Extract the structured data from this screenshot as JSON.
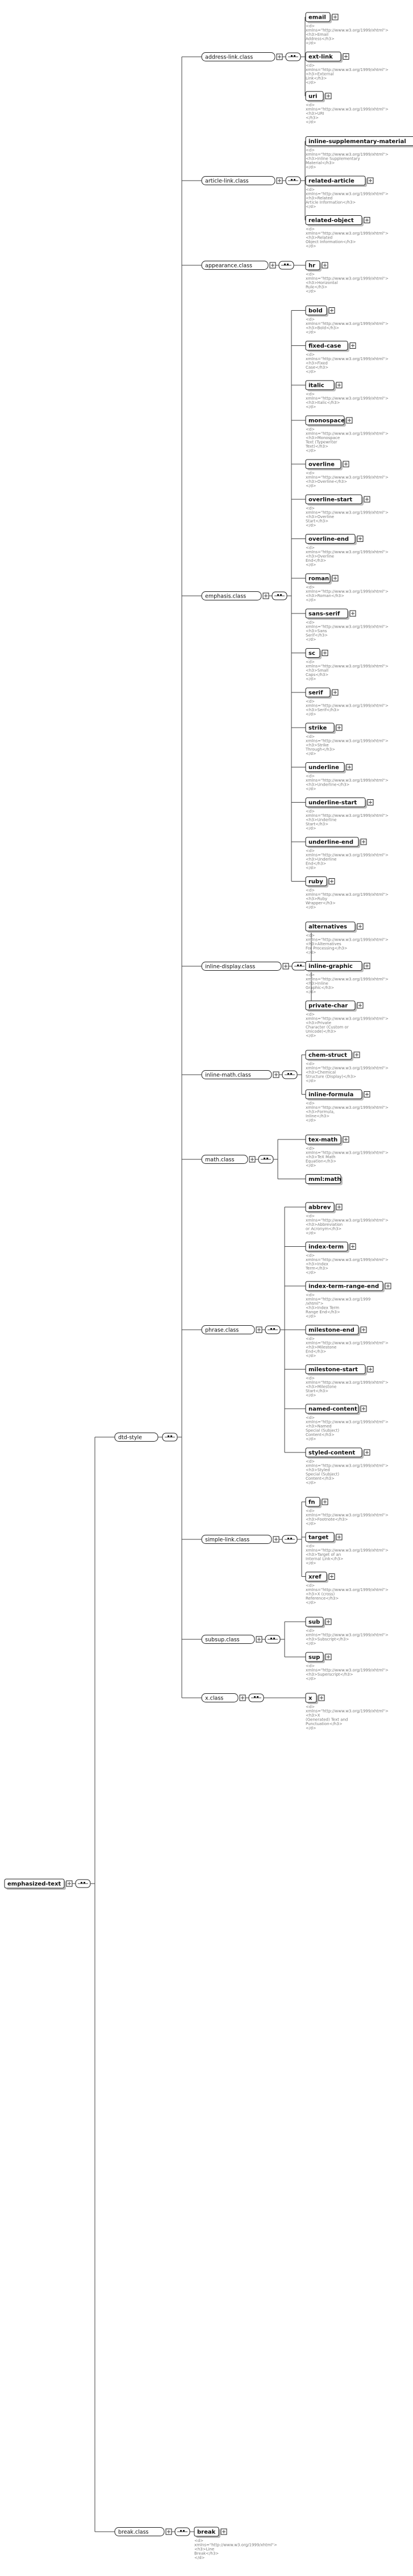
{
  "root": {
    "label": "emphasized-text"
  },
  "groups": [
    {
      "id": "g-dstyle",
      "label": "dtd-style",
      "children": [
        {
          "id": "address-link",
          "label": "address-link.class",
          "children": [
            {
              "label": "email",
              "doc": [
                "<d>",
                "xmlns=\"http://www.w3.org/1999/xhtml\">",
                "<h3>Email",
                "Address</h3>",
                "</d>"
              ]
            },
            {
              "label": "ext-link",
              "doc": [
                "<d>",
                "xmlns=\"http://www.w3.org/1999/xhtml\">",
                "<h3>External",
                "Link</h3>",
                "</d>"
              ]
            },
            {
              "label": "uri",
              "doc": [
                "<d>",
                "xmlns=\"http://www.w3.org/1999/xhtml\">",
                "<h3>URI",
                "</h3>",
                "</d>"
              ]
            }
          ]
        },
        {
          "id": "article-link",
          "label": "article-link.class",
          "children": [
            {
              "label": "inline-supplementary-material",
              "doc": [
                "<d>",
                "xmlns=\"http://www.w3.org/1999/xhtml\">",
                "<h3>Inline Supplementary",
                "Material</h3>",
                "</d>"
              ]
            },
            {
              "label": "related-article",
              "doc": [
                "<d>",
                "xmlns=\"http://www.w3.org/1999/xhtml\">",
                "<h3>Related",
                "Article Information</h3>",
                "</d>"
              ]
            },
            {
              "label": "related-object",
              "doc": [
                "<d>",
                "xmlns=\"http://www.w3.org/1999/xhtml\">",
                "<h3>Related",
                "Object Information</h3>",
                "</d>"
              ]
            }
          ]
        },
        {
          "id": "appearance",
          "label": "appearance.class",
          "children": [
            {
              "label": "hr",
              "doc": [
                "<d>",
                "xmlns=\"http://www.w3.org/1999/xhtml\">",
                "<h3>Horizontal",
                "Rule</h3>",
                "</d>"
              ]
            }
          ]
        },
        {
          "id": "emphasis",
          "label": "emphasis.class",
          "children": [
            {
              "label": "bold",
              "doc": [
                "<d>",
                "xmlns=\"http://www.w3.org/1999/xhtml\">",
                "<h3>Bold</h3>",
                "</d>"
              ]
            },
            {
              "label": "fixed-case",
              "doc": [
                "<d>",
                "xmlns=\"http://www.w3.org/1999/xhtml\">",
                "<h3>Fixed",
                "Case</h3>",
                "</d>"
              ]
            },
            {
              "label": "italic",
              "doc": [
                "<d>",
                "xmlns=\"http://www.w3.org/1999/xhtml\">",
                "<h3>Italic</h3>",
                "</d>"
              ]
            },
            {
              "label": "monospace",
              "doc": [
                "<d>",
                "xmlns=\"http://www.w3.org/1999/xhtml\">",
                "<h3>Monospace",
                "Text (Typewriter",
                "Text)</h3>",
                "</d>"
              ]
            },
            {
              "label": "overline",
              "doc": [
                "<d>",
                "xmlns=\"http://www.w3.org/1999/xhtml\">",
                "<h3>Overline</h3>",
                "</d>"
              ]
            },
            {
              "label": "overline-start",
              "doc": [
                "<d>",
                "xmlns=\"http://www.w3.org/1999/xhtml\">",
                "<h3>Overline",
                "Start</h3>",
                "</d>"
              ]
            },
            {
              "label": "overline-end",
              "doc": [
                "<d>",
                "xmlns=\"http://www.w3.org/1999/xhtml\">",
                "<h3>Overline",
                "End</h3>",
                "</d>"
              ]
            },
            {
              "label": "roman",
              "doc": [
                "<d>",
                "xmlns=\"http://www.w3.org/1999/xhtml\">",
                "<h3>Roman</h3>",
                "</d>"
              ]
            },
            {
              "label": "sans-serif",
              "doc": [
                "<d>",
                "xmlns=\"http://www.w3.org/1999/xhtml\">",
                "<h3>Sans",
                "Serif</h3>",
                "</d>"
              ]
            },
            {
              "label": "sc",
              "doc": [
                "<d>",
                "xmlns=\"http://www.w3.org/1999/xhtml\">",
                "<h3>Small",
                "Caps</h3>",
                "</d>"
              ]
            },
            {
              "label": "serif",
              "doc": [
                "<d>",
                "xmlns=\"http://www.w3.org/1999/xhtml\">",
                "<h3>Serif</h3>",
                "</d>"
              ]
            },
            {
              "label": "strike",
              "doc": [
                "<d>",
                "xmlns=\"http://www.w3.org/1999/xhtml\">",
                "<h3>Strike",
                "Through</h3>",
                "</d>"
              ]
            },
            {
              "label": "underline",
              "doc": [
                "<d>",
                "xmlns=\"http://www.w3.org/1999/xhtml\">",
                "<h3>Underline</h3>",
                "</d>"
              ]
            },
            {
              "label": "underline-start",
              "doc": [
                "<d>",
                "xmlns=\"http://www.w3.org/1999/xhtml\">",
                "<h3>Underline",
                "Start</h3>",
                "</d>"
              ]
            },
            {
              "label": "underline-end",
              "doc": [
                "<d>",
                "xmlns=\"http://www.w3.org/1999/xhtml\">",
                "<h3>Underline",
                "End</h3>",
                "</d>"
              ]
            },
            {
              "label": "ruby",
              "doc": [
                "<d>",
                "xmlns=\"http://www.w3.org/1999/xhtml\">",
                "<h3>Ruby",
                "Wrapper</h3>",
                "</d>"
              ]
            }
          ]
        },
        {
          "id": "inline-display",
          "label": "inline-display.class",
          "children": [
            {
              "label": "alternatives",
              "doc": [
                "<d>",
                "xmlns=\"http://www.w3.org/1999/xhtml\">",
                "<h3>Alternatives",
                "For Processing</h3>",
                "</d>"
              ]
            },
            {
              "label": "inline-graphic",
              "doc": [
                "<d>",
                "xmlns=\"http://www.w3.org/1999/xhtml\">",
                "<h3>Inline",
                "Graphic</h3>",
                "</d>"
              ]
            },
            {
              "label": "private-char",
              "doc": [
                "<d>",
                "xmlns=\"http://www.w3.org/1999/xhtml\">",
                "<h3>Private",
                "Character (Custom or",
                "Unicode)</h3>",
                "</d>"
              ]
            }
          ]
        },
        {
          "id": "inline-math",
          "label": "inline-math.class",
          "children": [
            {
              "label": "chem-struct",
              "doc": [
                "<d>",
                "xmlns=\"http://www.w3.org/1999/xhtml\">",
                "<h3>Chemical",
                "Structure (Display)</h3>",
                "</d>"
              ]
            },
            {
              "label": "inline-formula",
              "doc": [
                "<d>",
                "xmlns=\"http://www.w3.org/1999/xhtml\">",
                "<h3>Formula,",
                "Inline</h3>",
                "</d>"
              ]
            }
          ]
        },
        {
          "id": "math",
          "label": "math.class",
          "children": [
            {
              "label": "tex-math",
              "doc": [
                "<d>",
                "xmlns=\"http://www.w3.org/1999/xhtml\">",
                "<h3>TeX Math",
                "Equation</h3>",
                "</d>"
              ]
            },
            {
              "label": "mml:math",
              "doc": []
            }
          ]
        },
        {
          "id": "phrase",
          "label": "phrase.class",
          "children": [
            {
              "label": "abbrev",
              "doc": [
                "<d>",
                "xmlns=\"http://www.w3.org/1999/xhtml\">",
                "<h3>Abbreviation",
                "or Acronym</h3>",
                "</d>"
              ]
            },
            {
              "label": "index-term",
              "doc": [
                "<d>",
                "xmlns=\"http://www.w3.org/1999/xhtml\">",
                "<h3>Index",
                "Term</h3>",
                "</d>"
              ]
            },
            {
              "label": "index-term-range-end",
              "doc": [
                "<d>",
                "xmlns=\"http://www.w3.org/1999",
                "/xhtml\">",
                "<h3>Index Term",
                "Range End</h3>",
                "</d>"
              ]
            },
            {
              "label": "milestone-end",
              "doc": [
                "<d>",
                "xmlns=\"http://www.w3.org/1999/xhtml\">",
                "<h3>Milestone",
                "End</h3>",
                "</d>"
              ]
            },
            {
              "label": "milestone-start",
              "doc": [
                "<d>",
                "xmlns=\"http://www.w3.org/1999/xhtml\">",
                "<h3>Milestone",
                "Start</h3>",
                "</d>"
              ]
            },
            {
              "label": "named-content",
              "doc": [
                "<d>",
                "xmlns=\"http://www.w3.org/1999/xhtml\">",
                "<h3>Named",
                "Special (Subject)",
                "Content</h3>",
                "</d>"
              ]
            },
            {
              "label": "styled-content",
              "doc": [
                "<d>",
                "xmlns=\"http://www.w3.org/1999/xhtml\">",
                "<h3>Styled",
                "Special (Subject)",
                "Content</h3>",
                "</d>"
              ]
            }
          ]
        },
        {
          "id": "simple-link",
          "label": "simple-link.class",
          "children": [
            {
              "label": "fn",
              "doc": [
                "<d>",
                "xmlns=\"http://www.w3.org/1999/xhtml\">",
                "<h3>Footnote</h3>",
                "</d>"
              ]
            },
            {
              "label": "target",
              "doc": [
                "<d>",
                "xmlns=\"http://www.w3.org/1999/xhtml\">",
                "<h3>Target of an",
                "Internal Link</h3>",
                "</d>"
              ]
            },
            {
              "label": "xref",
              "doc": [
                "<d>",
                "xmlns=\"http://www.w3.org/1999/xhtml\">",
                "<h3>X (cross)",
                "Reference</h3>",
                "</d>"
              ]
            }
          ]
        },
        {
          "id": "subsup",
          "label": "subsup.class",
          "children": [
            {
              "label": "sub",
              "doc": [
                "<d>",
                "xmlns=\"http://www.w3.org/1999/xhtml\">",
                "<h3>Subscript</h3>",
                "</d>"
              ]
            },
            {
              "label": "sup",
              "doc": [
                "<d>",
                "xmlns=\"http://www.w3.org/1999/xhtml\">",
                "<h3>Superscript</h3>",
                "</d>"
              ]
            }
          ]
        },
        {
          "id": "x",
          "label": "x.class",
          "children": [
            {
              "label": "x",
              "doc": [
                "<d>",
                "xmlns=\"http://www.w3.org/1999/xhtml\">",
                "<h3>X",
                "(Generated) Text and",
                "Punctuation</h3>",
                "</d>"
              ]
            }
          ]
        }
      ]
    },
    {
      "id": "g-break",
      "label": "break.class",
      "children": [
        {
          "id": "break-leaf",
          "leaf": true,
          "label": "break",
          "doc": [
            "<d>",
            "xmlns=\"http://www.w3.org/1999/xhtml\">",
            "<h3>Line",
            "Break</h3>",
            "</d>"
          ]
        }
      ]
    }
  ]
}
